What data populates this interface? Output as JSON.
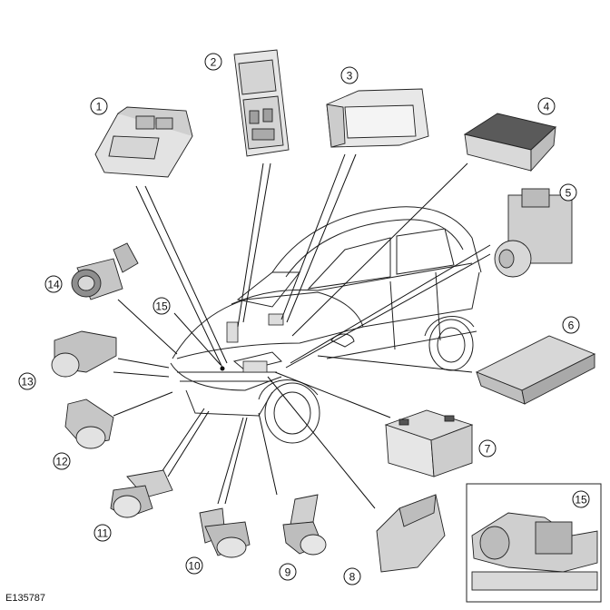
{
  "figure_id": "E135787",
  "callouts": [
    {
      "label": "1"
    },
    {
      "label": "2"
    },
    {
      "label": "3"
    },
    {
      "label": "4"
    },
    {
      "label": "5"
    },
    {
      "label": "6"
    },
    {
      "label": "7"
    },
    {
      "label": "8"
    },
    {
      "label": "9"
    },
    {
      "label": "10"
    },
    {
      "label": "11"
    },
    {
      "label": "12"
    },
    {
      "label": "13"
    },
    {
      "label": "14"
    },
    {
      "label": "15"
    },
    {
      "label": "15"
    }
  ],
  "colors": {
    "line": "#111111",
    "part_fill": "#dcdcdc",
    "part_dark": "#8a8a8a",
    "inset_border": "#222222"
  }
}
